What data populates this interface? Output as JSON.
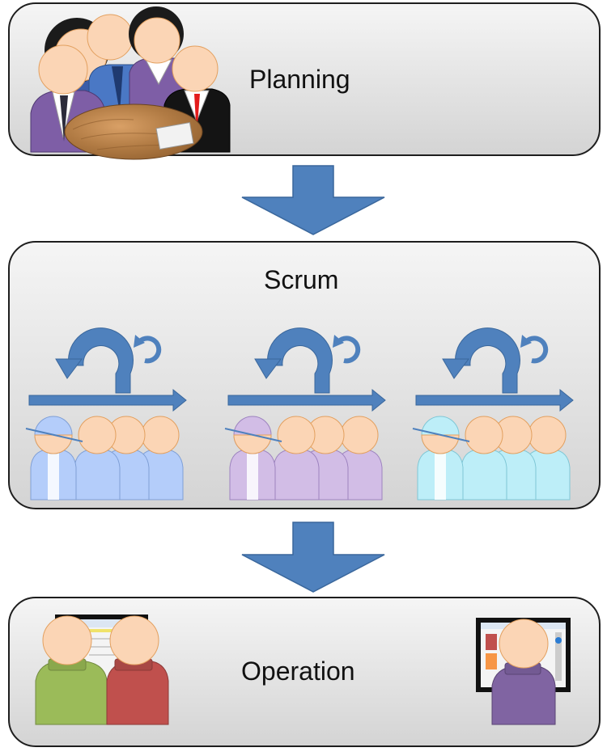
{
  "stages": {
    "planning": {
      "title": "Planning"
    },
    "scrum": {
      "title": "Scrum"
    },
    "operation": {
      "title": "Operation"
    }
  },
  "colors": {
    "arrow": "#4f81bd",
    "arrow_stroke": "#3a679c",
    "face": "#fbd5b5",
    "face_stroke": "#e3a05f",
    "team_blue": "#b4cdfa",
    "team_purple": "#d2bde6",
    "team_cyan": "#bdeef8",
    "operator_green": "#9bbb59",
    "operator_red": "#c0504d",
    "operator_purple": "#8064a2"
  },
  "icons": [
    "people-group-icon",
    "meeting-table-icon",
    "sprint-cycle-icon",
    "timeline-arrow-icon",
    "team-icon",
    "computer-screen-icon",
    "down-arrow-icon"
  ]
}
